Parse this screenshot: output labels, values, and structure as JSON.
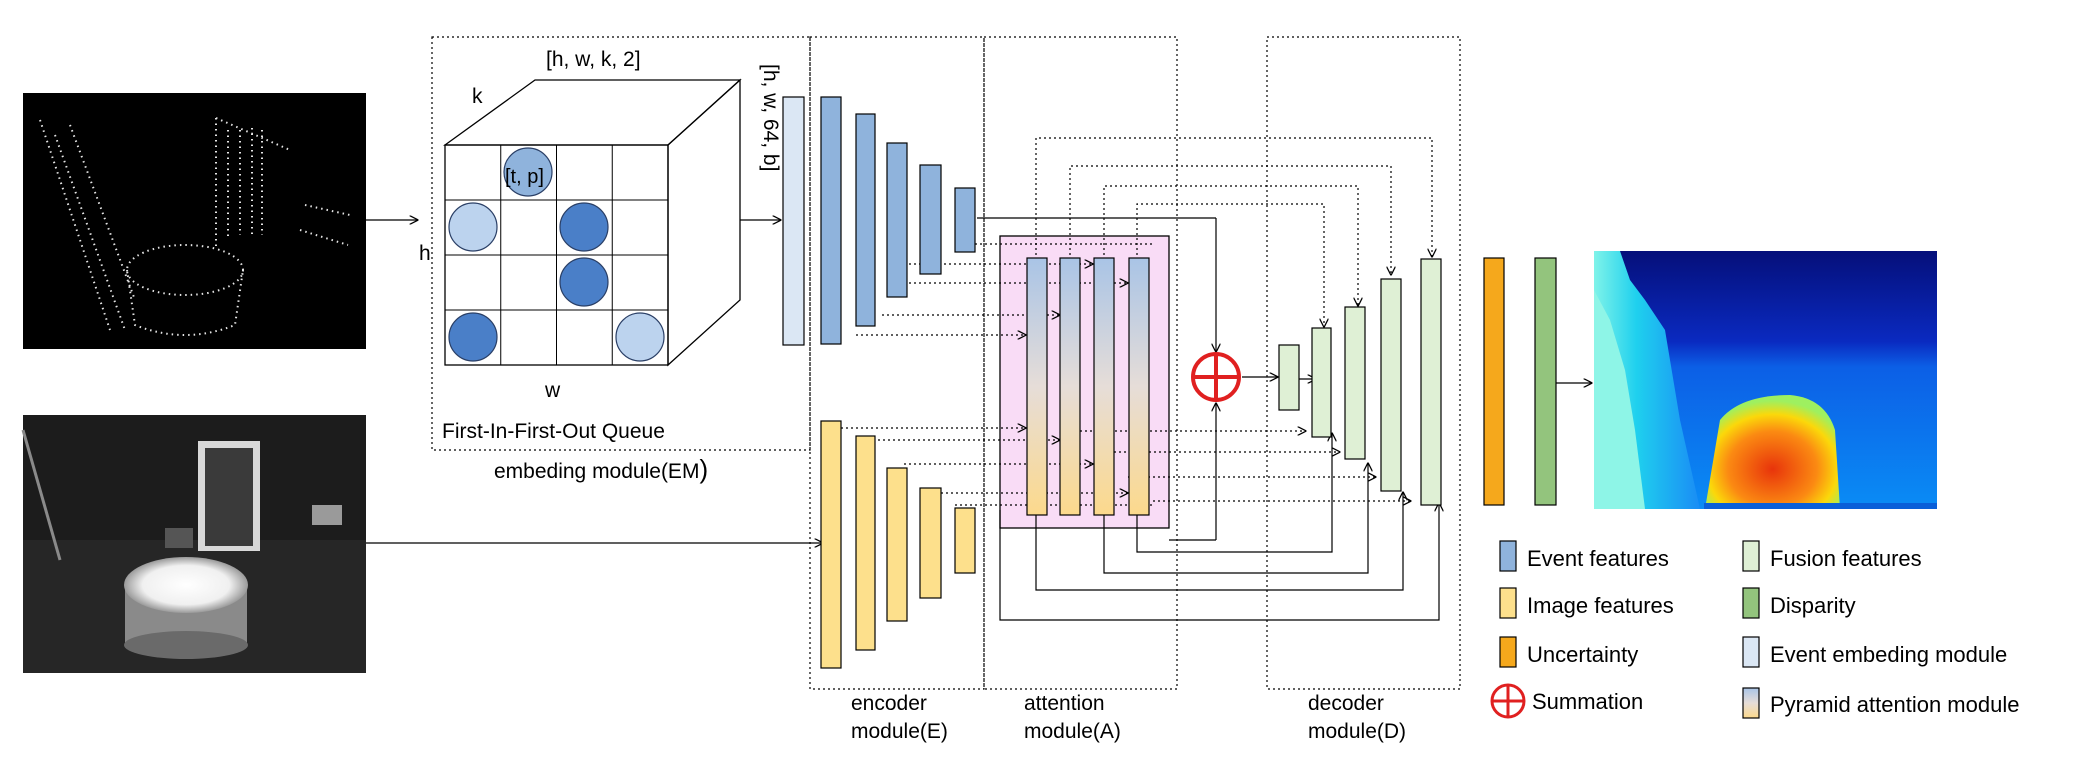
{
  "embedding": {
    "cube_top_label": "[h, w, k, 2]",
    "depth_label": "k",
    "height_label": "h",
    "width_label": "w",
    "cell_label": "[t, p]",
    "queue_label": "First-In-First-Out Queue",
    "module_label": "embeding module(EM",
    "module_paren": ")",
    "output_label": "[h, w, 64, b]"
  },
  "modules": {
    "encoder_line1": "encoder",
    "encoder_line2": "module(E)",
    "attention_line1": "attention",
    "attention_line2": "module(A)",
    "decoder_line1": "decoder",
    "decoder_line2": "module(D)"
  },
  "legend": {
    "event_features": "Event features",
    "image_features": "Image features",
    "uncertainty": "Uncertainty",
    "summation": "Summation",
    "fusion_features": "Fusion features",
    "disparity": "Disparity",
    "event_embedding": "Event embeding module",
    "pyramid_attention": "Pyramid attention module"
  },
  "colors": {
    "event": "#8fb3dc",
    "image": "#fde08c",
    "uncertainty": "#f5a81c",
    "fusion": "#dff0d5",
    "disparity": "#93c47d",
    "embedding": "#dbe7f4",
    "summation": "#e02020",
    "attention_bg": "#f9dcf6"
  }
}
